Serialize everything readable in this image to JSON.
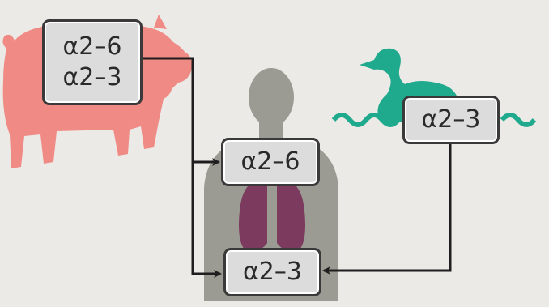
{
  "colors": {
    "pig": "#ef8a84",
    "duck": "#1fa98d",
    "human": "#9b9b93",
    "lungs": "#7c3a5f",
    "arrow": "#1e1e1e",
    "box_fill": "#dcdcdc"
  },
  "icons": [
    "pig-icon",
    "duck-icon",
    "human-torso-icon",
    "lungs-icon"
  ],
  "boxes": {
    "pig": {
      "line1": "α2–6",
      "line2": "α2–3"
    },
    "duck": {
      "label": "α2–3"
    },
    "human_upper": {
      "label": "α2–6"
    },
    "human_lower": {
      "label": "α2–3"
    }
  }
}
